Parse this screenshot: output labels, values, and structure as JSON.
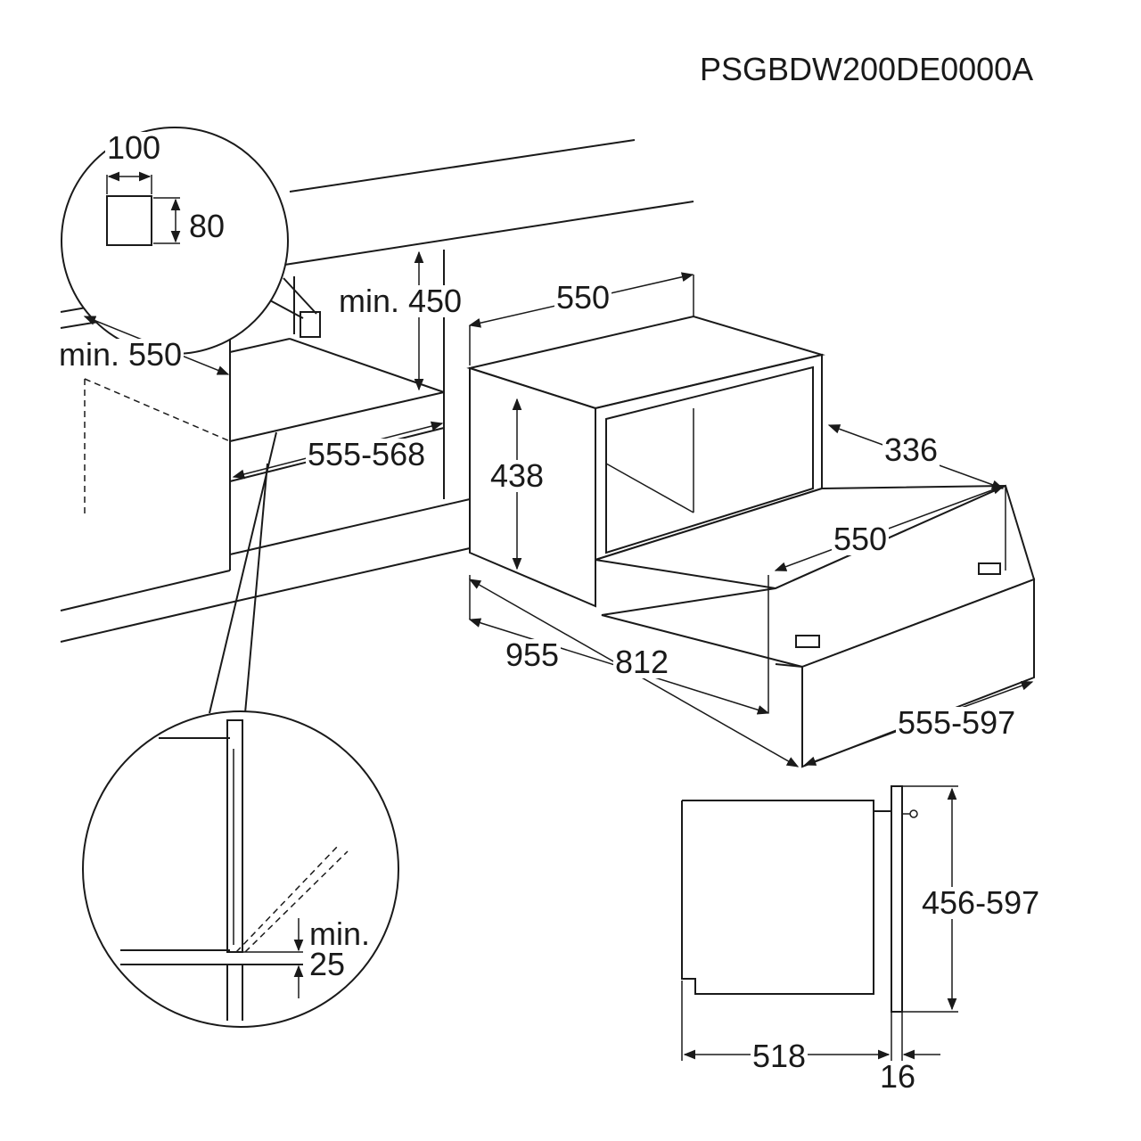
{
  "title": "PSGBDW200DE0000A",
  "dimensions": {
    "vent_width": "100",
    "vent_height": "80",
    "min_450": "min. 450",
    "min_550": "min. 550",
    "niche_width": "555-568",
    "oven_top_depth": "550",
    "oven_height": "438",
    "inner_depth": "336",
    "door_width": "550",
    "total_depth": "955",
    "door_open_depth": "812",
    "front_width": "555-597",
    "side_height": "456-597",
    "side_depth": "518",
    "panel_thickness": "16",
    "gap_min_label": "min.",
    "gap_min_value": "25"
  }
}
